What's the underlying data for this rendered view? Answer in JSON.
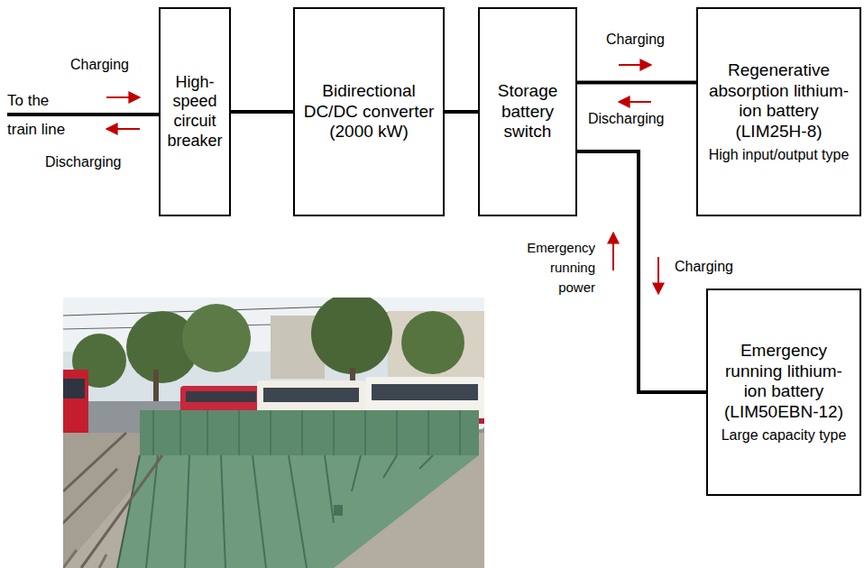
{
  "diagram": {
    "nodes": [
      {
        "text": [
          "High- speed circuit breaker"
        ]
      },
      {
        "text": [
          "Bidirectional DC/DC converter (2000 kW)"
        ]
      },
      {
        "text": [
          "Storage battery switch"
        ]
      },
      {
        "text": [
          "Regenerative absorption lithium-ion battery (LIM25H-8)",
          "High input/output type"
        ]
      },
      {
        "text": [
          "Emergency running lithium-ion battery (LIM50EBN-12)",
          "Large capacity type"
        ]
      }
    ],
    "edges": [
      {
        "from": 0,
        "to": 1,
        "arrow": "none"
      },
      {
        "from": 1,
        "to": 2,
        "arrow": "none"
      },
      {
        "from": 2,
        "to": 3,
        "arrow": "none"
      },
      {
        "from": 2,
        "to": 4,
        "arrow": "none"
      }
    ],
    "labels": [
      "To the train line",
      "Charging",
      "Discharging",
      "Charging",
      "Discharging",
      "Emergency running power",
      "Charging"
    ]
  }
}
